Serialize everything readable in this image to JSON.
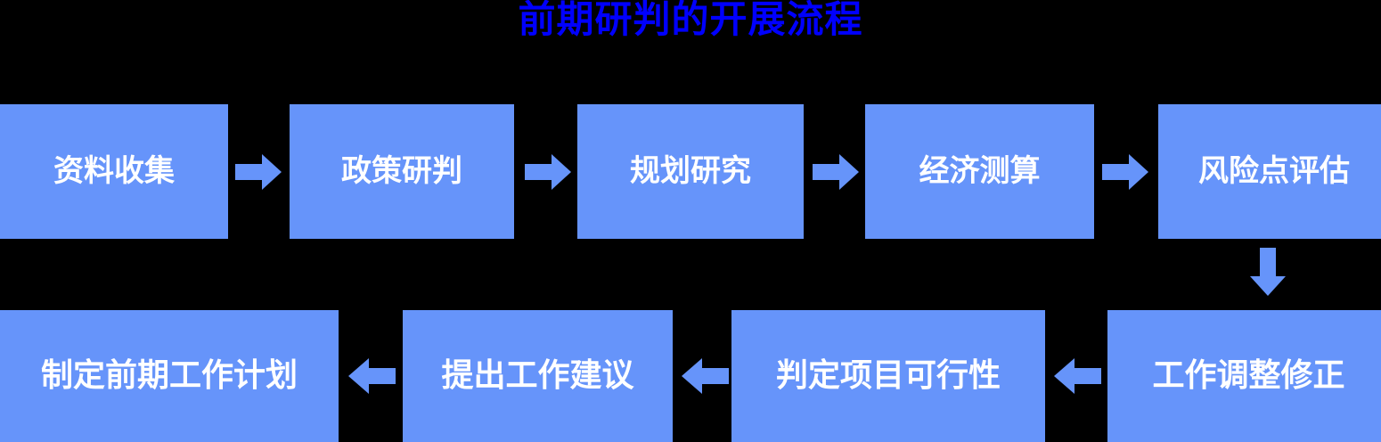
{
  "diagram": {
    "title": "前期研判的开展流程",
    "title_color": "#0000ff",
    "background_color": "#000000",
    "node_fill_color": "#6694fa",
    "node_text_color": "#ffffff",
    "arrow_color": "#6694fa",
    "type": "flowchart",
    "flow_direction": "left-to-right then serpentine right-to-left",
    "rows": [
      {
        "name": "row-1",
        "nodes": [
          {
            "id": "n1",
            "label": "资料收集"
          },
          {
            "id": "n2",
            "label": "政策研判"
          },
          {
            "id": "n3",
            "label": "规划研究"
          },
          {
            "id": "n4",
            "label": "经济测算"
          },
          {
            "id": "n5",
            "label": "风险点评估"
          }
        ],
        "connector_icon": "arrow-right-icon"
      },
      {
        "name": "row-2",
        "nodes": [
          {
            "id": "n6",
            "label": "制定前期工作计划"
          },
          {
            "id": "n7",
            "label": "提出工作建议"
          },
          {
            "id": "n8",
            "label": "判定项目可行性"
          },
          {
            "id": "n9",
            "label": "工作调整修正"
          }
        ],
        "connector_icon": "arrow-left-icon"
      }
    ],
    "row_connector": {
      "icon": "arrow-down-icon",
      "from": "n5",
      "to": "n9"
    },
    "sequence": [
      "资料收集",
      "政策研判",
      "规划研究",
      "经济测算",
      "风险点评估",
      "工作调整修正",
      "判定项目可行性",
      "提出工作建议",
      "制定前期工作计划"
    ]
  }
}
